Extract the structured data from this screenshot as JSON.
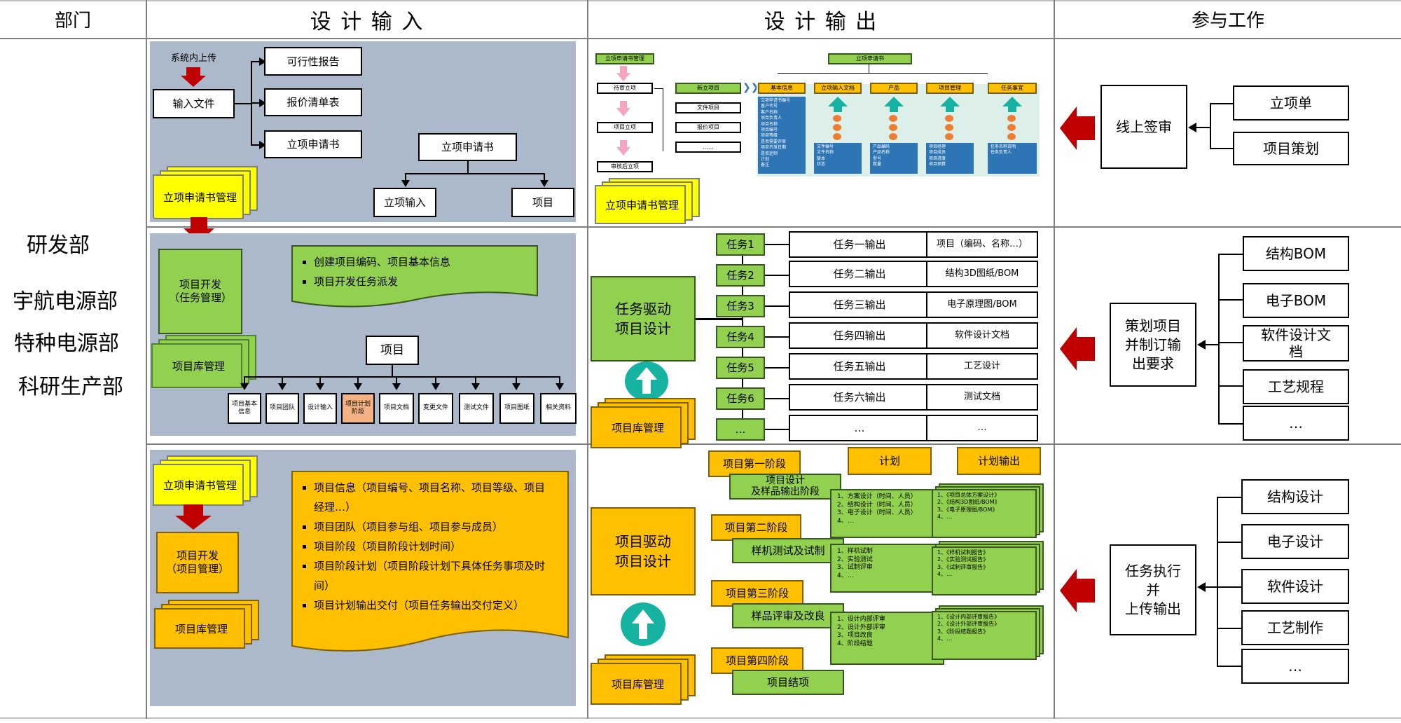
{
  "header": {
    "dept": "部门",
    "design_input": "设 计 输 入",
    "design_output": "设 计 输 出",
    "participation": "参与工作"
  },
  "departments": [
    "研发部",
    "宇航电源部",
    "特种电源部",
    "科研生产部"
  ],
  "colors": {
    "panel": "#acb9ca",
    "green": "#92d050",
    "orange": "#ffc000",
    "yellow": "#ffff00",
    "red_arrow": "#c00000",
    "teal": "#16b3a2"
  },
  "row1": {
    "input": {
      "upload_label": "系统内上传",
      "input_file": "输入文件",
      "feasibility": "可行性报告",
      "quote": "报价清单表",
      "application": "立项申请书",
      "application_box": "立项申请书",
      "project_input": "立项输入",
      "project": "项目",
      "stack_label": "立项申请书管理"
    },
    "output": {
      "stack_label": "立项申请书管理",
      "mini_left": [
        "立项申请书管理",
        "待审立项",
        "项目立项",
        "审核后立项"
      ],
      "mini_mid": [
        "新立项目",
        "文件项目",
        "报价项目",
        "……"
      ],
      "mini_top": "立项申请书",
      "mini_cols": [
        "基本信息",
        "立项输入文档",
        "产品",
        "项目管理",
        "任务事宜"
      ],
      "mini_items": [
        [
          "立项申请书编号",
          "客户代号",
          "客户名称",
          "项目负责人",
          "项目名称",
          "项目编号",
          "项目等级",
          "是否需要评审",
          "项目开发日期",
          "是否定制",
          "计划",
          "备注"
        ],
        [
          "文件编号",
          "文件名称",
          "版本",
          "状态"
        ],
        [
          "产品编码",
          "产品名称",
          "型号",
          "数量"
        ],
        [
          "项目经理",
          "项目成员",
          "项目进度",
          "项目预算"
        ],
        [
          "任务名称说明",
          "任务负责人"
        ]
      ]
    },
    "participation": {
      "main": "线上签审",
      "items": [
        "立项单",
        "项目策划"
      ]
    }
  },
  "row2": {
    "input": {
      "dev_box": "项目开发\n（任务管理）",
      "stack_label": "项目库管理",
      "bullets": [
        "创建项目编码、项目基本信息",
        "项目开发任务派发"
      ],
      "project": "项目",
      "subitems": [
        "项目基本信息",
        "项目团队",
        "设计输入",
        "项目计划阶段",
        "项目文档",
        "变更文件",
        "测试文件",
        "项目图纸",
        "相关资料"
      ]
    },
    "output": {
      "main": "任务驱动\n项目设计",
      "stack_label": "项目库管理",
      "tasks": [
        "任务1",
        "任务2",
        "任务3",
        "任务4",
        "任务5",
        "任务6",
        "…"
      ],
      "task_outputs": [
        "任务一输出",
        "任务二输出",
        "任务三输出",
        "任务四输出",
        "任务五输出",
        "任务六输出",
        "…"
      ],
      "deliverables": [
        "项目（编码、名称…）",
        "结构3D图纸/BOM",
        "电子原理图/BOM",
        "软件设计文档",
        "工艺设计",
        "测试文档",
        "…"
      ]
    },
    "participation": {
      "main": "策划项目\n并制订输\n出要求",
      "items": [
        "结构BOM",
        "电子BOM",
        "软件设计文\n档",
        "工艺规程",
        "…"
      ]
    }
  },
  "row3": {
    "input": {
      "stack_top": "立项申请书管理",
      "dev_box": "项目开发\n（项目管理）",
      "stack_bottom": "项目库管理",
      "bullets": [
        "项目信息（项目编号、项目名称、项目等级、项目经理…）",
        "项目团队（项目参与组、项目参与成员）",
        "项目阶段（项目阶段计划时间）",
        "项目阶段计划（项目阶段计划下具体任务事项及时间）",
        "项目计划输出交付（项目任务输出交付定义）"
      ]
    },
    "output": {
      "main": "项目驱动\n项目设计",
      "stack_label": "项目库管理",
      "plan_label": "计划",
      "plan_output_label": "计划输出",
      "stages": [
        "项目第一阶段",
        "项目第二阶段",
        "项目第三阶段",
        "项目第四阶段"
      ],
      "stage_tasks": [
        "项目设计\n及样品输出阶段",
        "样机测试及试制",
        "样品评审及改良",
        "项目结项"
      ],
      "plans": [
        [
          "1、方案设计（时间、人员）",
          "2、结构设计（时间、人员）",
          "3、电子设计（时间、人员）",
          "4、…"
        ],
        [
          "1、样机试制",
          "2、实验测试",
          "3、试制评审",
          "4、…"
        ],
        [
          "1、设计内部评审",
          "2、设计外部评审",
          "3、项目改良",
          "4、阶段结题"
        ]
      ],
      "plan_outputs": [
        [
          "1、《项目总体方案设计》",
          "2、《结构3D图纸/BOM》",
          "3、《电子原理图/BOM》",
          "4、…"
        ],
        [
          "1、《样机试制报告》",
          "2、《实验测试报告》",
          "3、《试制评审报告》",
          "4、…"
        ],
        [
          "1、《设计内部评审报告》",
          "2、《设计外部评审报告》",
          "3、《阶段结题报告》",
          "4、…"
        ]
      ]
    },
    "participation": {
      "main": "任务执行\n并\n上传输出",
      "items": [
        "结构设计",
        "电子设计",
        "软件设计",
        "工艺制作",
        "…"
      ]
    }
  }
}
